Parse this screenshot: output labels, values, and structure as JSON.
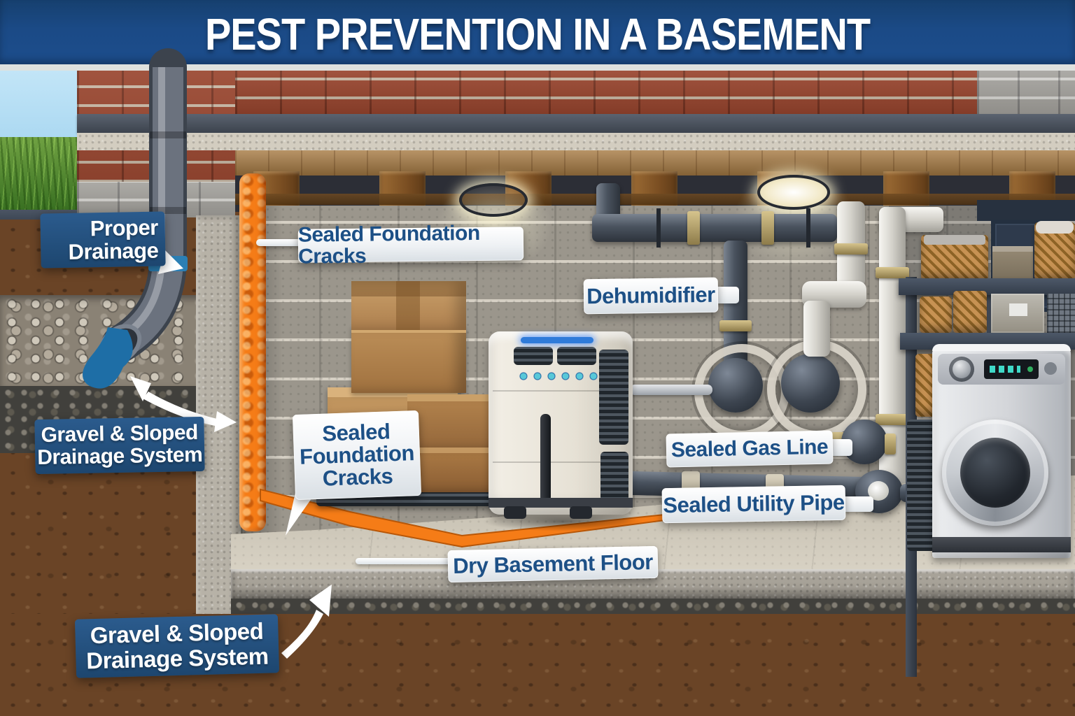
{
  "title": "PEST PREVENTION IN A BASEMENT",
  "labels": {
    "proper_drainage_line1": "Proper",
    "proper_drainage_line2": "Drainage",
    "sealed_foundation_cracks_top": "Sealed Foundation Cracks",
    "dehumidifier": "Dehumidifier",
    "sealed_corner_line1": "Sealed",
    "sealed_corner_line2": "Foundation",
    "sealed_corner_line3": "Cracks",
    "sealed_gas_line": "Sealed Gas Line",
    "sealed_utility_pipe": "Sealed Utility Pipe",
    "dry_basement_floor": "Dry Basement Floor",
    "gravel_upper_line1": "Gravel & Sloped",
    "gravel_upper_line2": "Drainage System",
    "gravel_lower_line1": "Gravel & Sloped",
    "gravel_lower_line2": "Drainage System"
  },
  "colors": {
    "banner_blue": "#1b4a86",
    "label_text_blue": "#1d5086",
    "label_panel_blue": "#1d466f",
    "sealant_orange": "#f57c17",
    "water_blue": "#1e6ea6",
    "arrow_white": "#ffffff",
    "brick_red": "#99452e",
    "wall_block_gray": "#9b968c",
    "floor_beige": "#d3ccbc",
    "soil_brown": "#6a4426"
  }
}
